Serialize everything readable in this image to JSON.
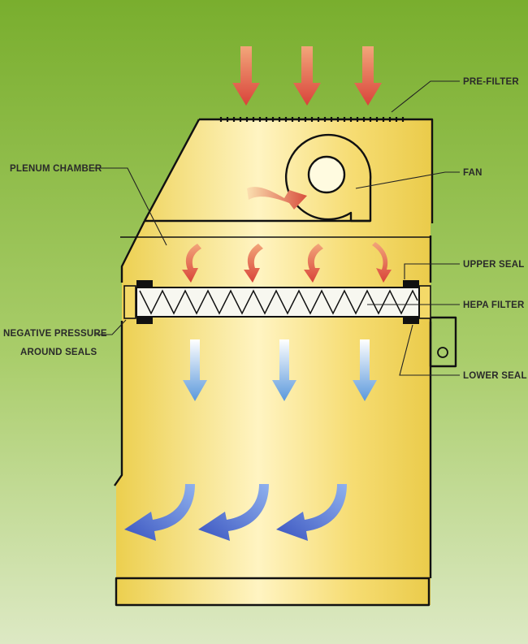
{
  "diagram": {
    "title": "Biological safety cabinet airflow through HEPA filter",
    "labels": {
      "pre_filter": "PRE-FILTER",
      "fan": "FAN",
      "plenum_chamber": "PLENUM CHAMBER",
      "upper_seal": "UPPER SEAL",
      "hepa_filter": "HEPA FILTER",
      "negative_pressure_line1": "NEGATIVE PRESSURE",
      "negative_pressure_line2": "AROUND SEALS",
      "lower_seal": "LOWER SEAL"
    },
    "arrows": {
      "intake": {
        "count": 3,
        "color": "#d85a4a"
      },
      "fan_flow": {
        "count": 1,
        "color": "#d86a5a"
      },
      "plenum_flow": {
        "count": 4,
        "color": "#de7a6a"
      },
      "filtered_down": {
        "count": 3,
        "color": "#6aa6e0"
      },
      "exit_curves": {
        "count": 3,
        "color": "#4a68c8"
      }
    },
    "colors": {
      "background_top": "#7ab030",
      "background_bottom": "#dbe9c0",
      "cabinet_fill": "#f2d765",
      "cabinet_highlight": "#fff6c8"
    }
  }
}
